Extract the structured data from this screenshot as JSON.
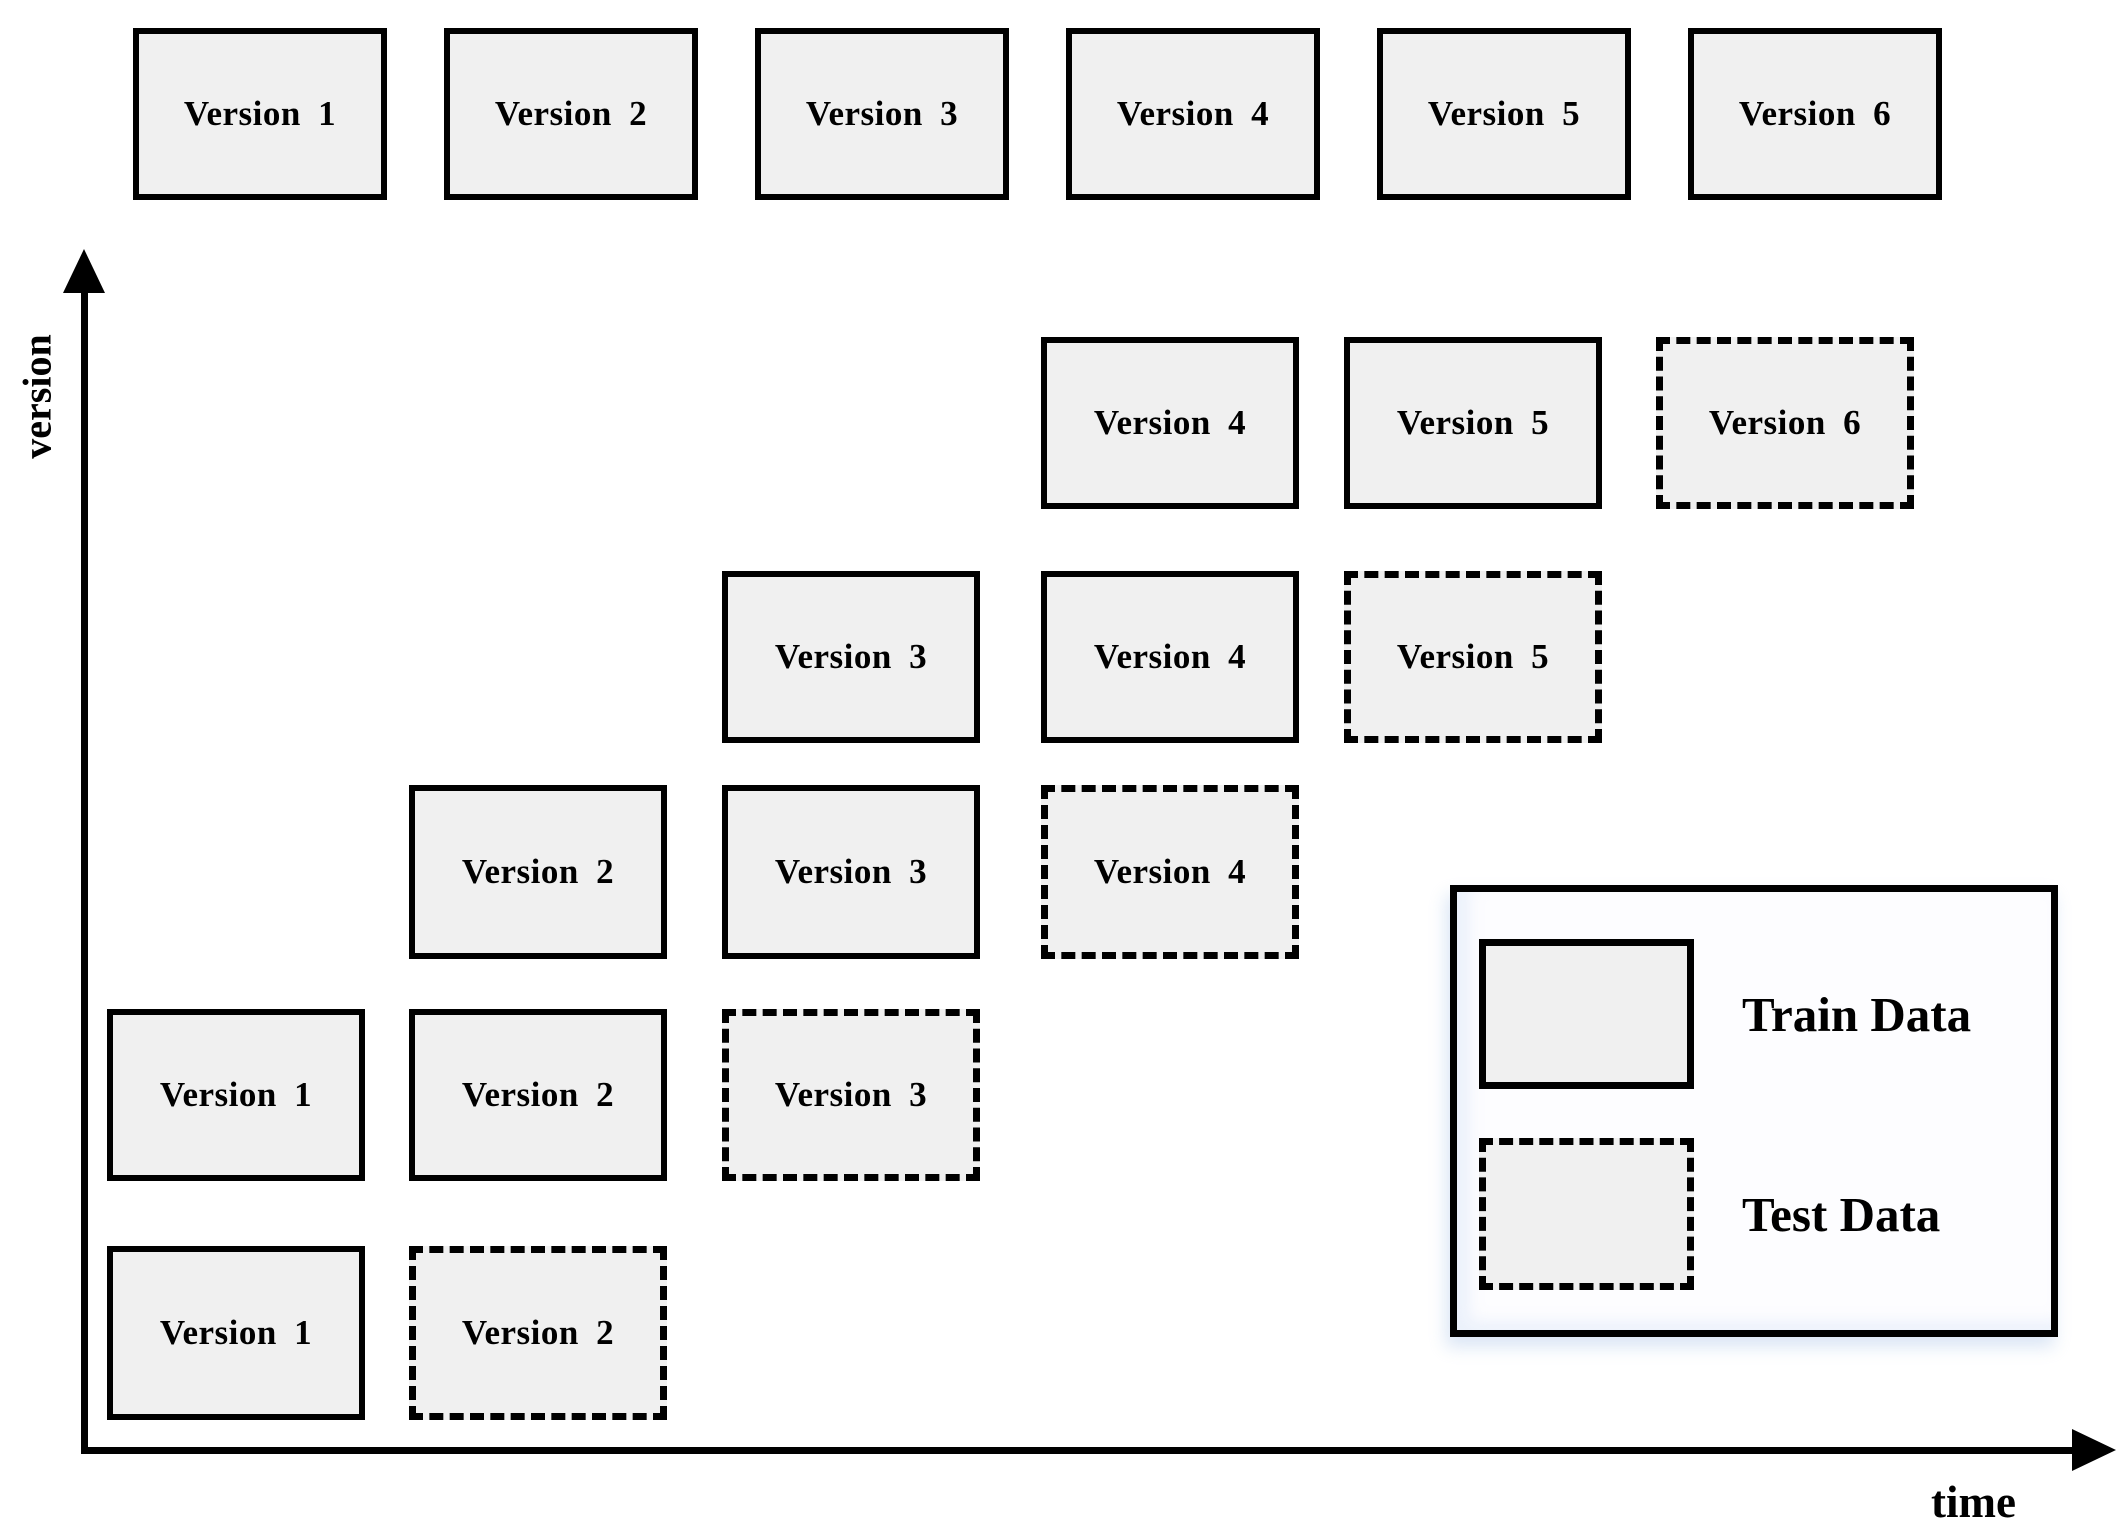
{
  "figure": {
    "type": "train-test-split-diagram",
    "background": "#ffffff"
  },
  "colors": {
    "box_fill": "#f0f0f0",
    "border": "#000000",
    "legend_fill": "#fdfdff",
    "legend_shadow_tint": "#d4e2f6"
  },
  "axes": {
    "y_label": "version",
    "x_label": "time"
  },
  "top_row": {
    "items": [
      "Version 1",
      "Version 2",
      "Version 3",
      "Version 4",
      "Version 5",
      "Version 6"
    ]
  },
  "grid_rows": [
    {
      "boxes": [
        {
          "label": "Version 4",
          "type": "train",
          "column": 4
        },
        {
          "label": "Version 5",
          "type": "train",
          "column": 5
        },
        {
          "label": "Version 6",
          "type": "test",
          "column": 6
        }
      ]
    },
    {
      "boxes": [
        {
          "label": "Version 3",
          "type": "train",
          "column": 3
        },
        {
          "label": "Version 4",
          "type": "train",
          "column": 4
        },
        {
          "label": "Version 5",
          "type": "test",
          "column": 5
        }
      ]
    },
    {
      "boxes": [
        {
          "label": "Version 2",
          "type": "train",
          "column": 2
        },
        {
          "label": "Version 3",
          "type": "train",
          "column": 3
        },
        {
          "label": "Version 4",
          "type": "test",
          "column": 4
        }
      ]
    },
    {
      "boxes": [
        {
          "label": "Version 1",
          "type": "train",
          "column": 1
        },
        {
          "label": "Version 2",
          "type": "train",
          "column": 2
        },
        {
          "label": "Version 3",
          "type": "test",
          "column": 3
        }
      ]
    },
    {
      "boxes": [
        {
          "label": "Version 1",
          "type": "train",
          "column": 1
        },
        {
          "label": "Version 2",
          "type": "test",
          "column": 2
        }
      ]
    }
  ],
  "legend": {
    "train_label": "Train Data",
    "test_label": "Test Data"
  }
}
